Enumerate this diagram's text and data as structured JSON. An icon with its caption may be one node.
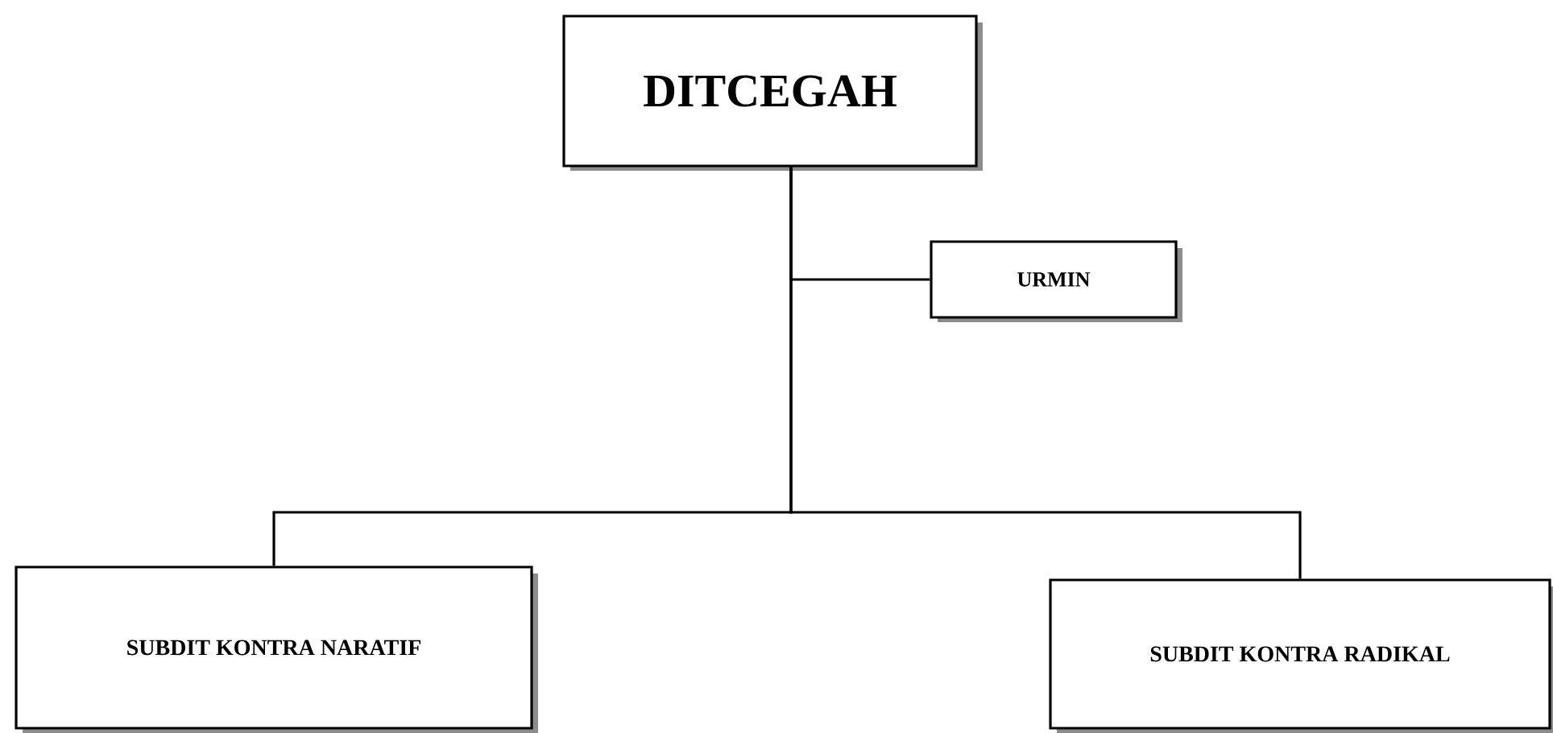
{
  "diagram": {
    "nodes": [
      {
        "text": [
          "DITCEGAH"
        ]
      },
      {
        "text": [
          "URMIN"
        ]
      },
      {
        "text": [
          "SUBDIT KONTRA NARATIF"
        ]
      },
      {
        "text": [
          "SUBDIT KONTRA RADIKAL"
        ]
      }
    ],
    "edges": [
      {
        "from": 0,
        "to": 1,
        "arrow": "none"
      },
      {
        "from": 0,
        "to": 2,
        "arrow": "none"
      },
      {
        "from": 0,
        "to": 3,
        "arrow": "none"
      }
    ]
  }
}
